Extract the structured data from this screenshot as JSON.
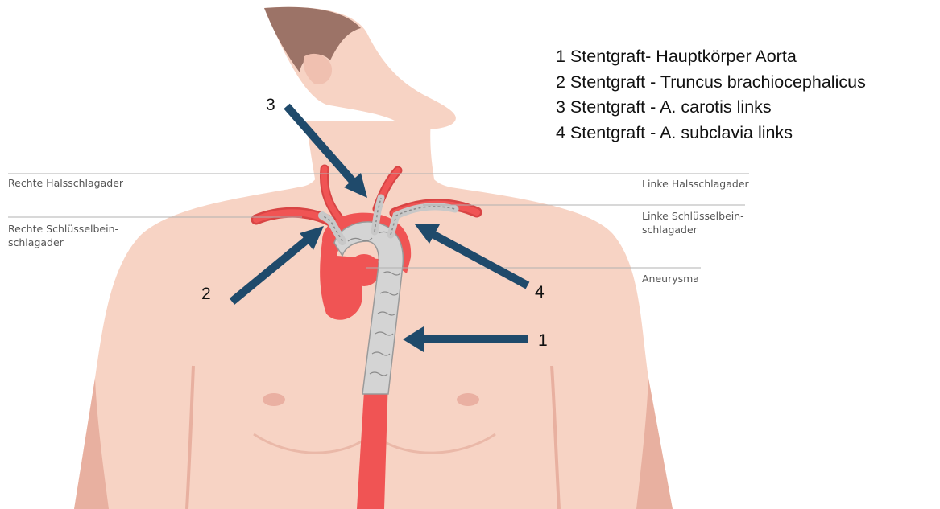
{
  "legend": [
    "1 Stentgraft- Hauptkörper Aorta",
    "2 Stentgraft - Truncus brachiocephalicus",
    "3 Stentgraft - A. carotis links",
    "4 Stentgraft - A. subclavia links"
  ],
  "labels": {
    "right_carotid": "Rechte Halsschlagader",
    "right_subclavian_1": "Rechte Schlüsselbein-",
    "right_subclavian_2": "schlagader",
    "left_carotid": "Linke Halsschlagader",
    "left_subclavian_1": "Linke Schlüsselbein-",
    "left_subclavian_2": "schlagader",
    "aneurysm": "Aneurysma"
  },
  "arrow_numbers": {
    "a1": "1",
    "a2": "2",
    "a3": "3",
    "a4": "4"
  },
  "colors": {
    "skin": "#f7d3c4",
    "skin_shadow": "#e8b0a0",
    "hair": "#9c7367",
    "artery": "#f05454",
    "artery_dark": "#d84444",
    "stent": "#d4d4d4",
    "arrow": "#1f4a6b",
    "label_line": "#b0b0b0"
  }
}
